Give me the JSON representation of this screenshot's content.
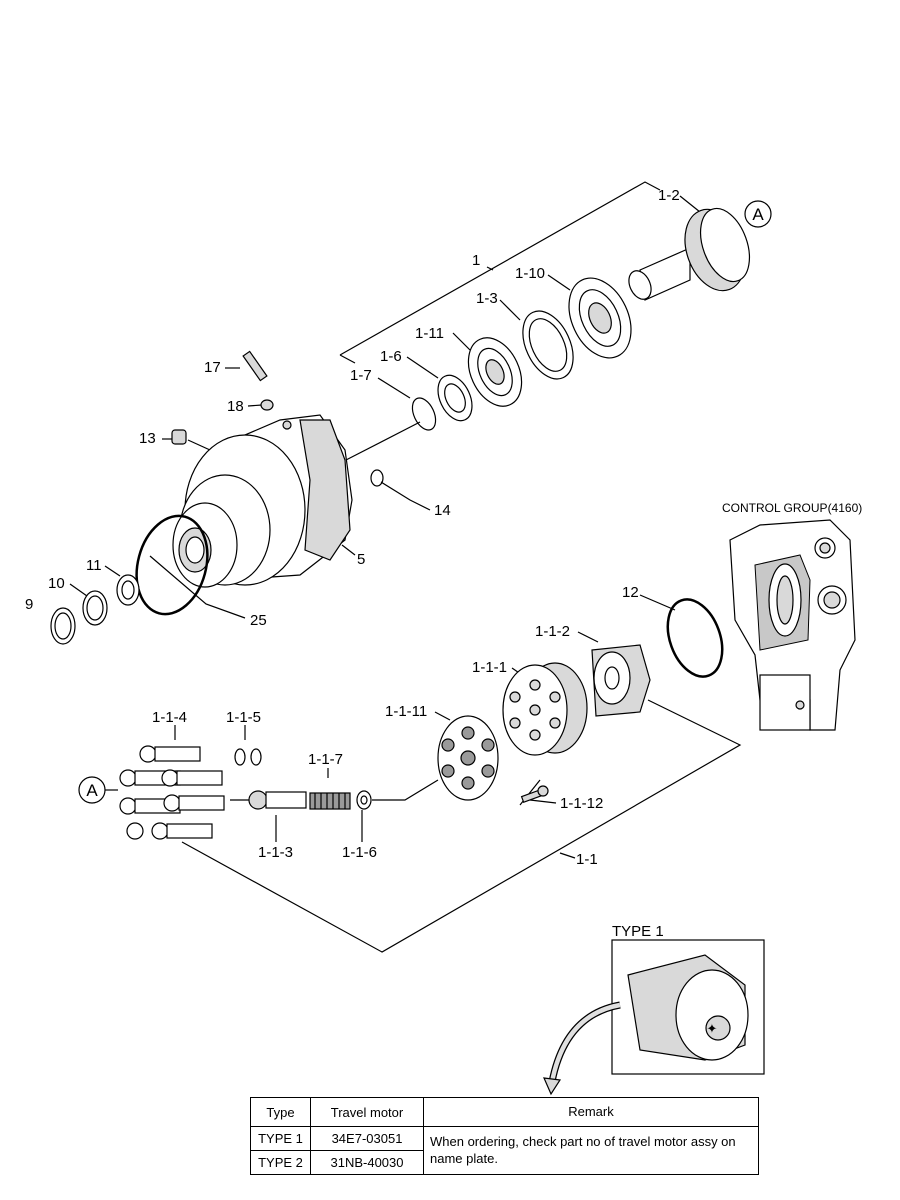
{
  "labels": {
    "l1": "1",
    "l1_2": "1-2",
    "l1_10": "1-10",
    "l1_3": "1-3",
    "l1_11": "1-11",
    "l1_6": "1-6",
    "l1_7": "1-7",
    "l17": "17",
    "l18": "18",
    "l13": "13",
    "l14": "14",
    "l5": "5",
    "l11": "11",
    "l10": "10",
    "l9": "9",
    "l25": "25",
    "l12": "12",
    "l1_1_2": "1-1-2",
    "l1_1_1": "1-1-1",
    "l1_1_11": "1-1-11",
    "l1_1_4": "1-1-4",
    "l1_1_5": "1-1-5",
    "l1_1_7": "1-1-7",
    "l1_1_12": "1-1-12",
    "l1_1_3": "1-1-3",
    "l1_1_6": "1-1-6",
    "l1_1": "1-1"
  },
  "ref_marker_top": "A",
  "ref_marker_bottom": "A",
  "control_group": "CONTROL GROUP(4160)",
  "type1_title": "TYPE 1",
  "table": {
    "headers": [
      "Type",
      "Travel motor",
      "Remark"
    ],
    "rows": [
      {
        "type": "TYPE 1",
        "motor": "34E7-03051"
      },
      {
        "type": "TYPE 2",
        "motor": "31NB-40030"
      }
    ],
    "remark": "When ordering, check part no of travel motor assy on name plate."
  }
}
